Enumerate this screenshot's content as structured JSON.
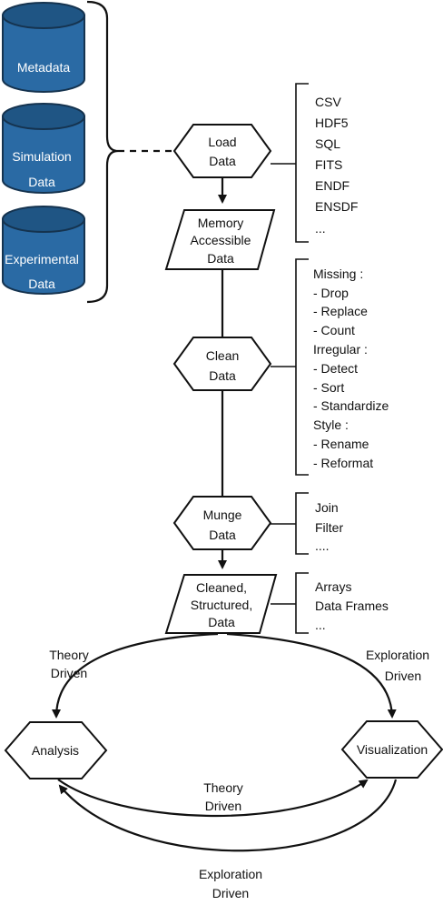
{
  "data_sources": [
    {
      "lines": [
        "Metadata"
      ]
    },
    {
      "lines": [
        "Simulation",
        "Data"
      ]
    },
    {
      "lines": [
        "Experimental",
        "Data"
      ]
    }
  ],
  "nodes": {
    "load": [
      "Load",
      "Data"
    ],
    "memory": [
      "Memory",
      "Accessible",
      "Data"
    ],
    "clean": [
      "Clean",
      "Data"
    ],
    "munge": [
      "Munge",
      "Data"
    ],
    "cleaned": [
      "Cleaned,",
      "Structured,",
      "Data"
    ],
    "analysis": [
      "Analysis"
    ],
    "visualization": [
      "Visualization"
    ]
  },
  "lists": {
    "formats": [
      "CSV",
      "HDF5",
      "SQL",
      "FITS",
      "ENDF",
      "ENSDF",
      "..."
    ],
    "cleaning": [
      "Missing :",
      "- Drop",
      "- Replace",
      "- Count",
      "Irregular :",
      "- Detect",
      "- Sort",
      "- Standardize",
      "Style :",
      "- Rename",
      "- Reformat"
    ],
    "munging": [
      "Join",
      "Filter",
      "...."
    ],
    "structures": [
      "Arrays",
      "Data Frames",
      "..."
    ]
  },
  "edge_labels": {
    "theory_left": [
      "Theory",
      "Driven"
    ],
    "exploration_right": [
      "Exploration",
      "Driven"
    ],
    "theory_middle": [
      "Theory",
      "Driven"
    ],
    "exploration_bottom": [
      "Exploration",
      "Driven"
    ]
  },
  "colors": {
    "cylinder_fill": "#2a6aa4",
    "cylinder_top": "#1f5584",
    "cylinder_stroke": "#15334f",
    "ink": "#111111"
  }
}
